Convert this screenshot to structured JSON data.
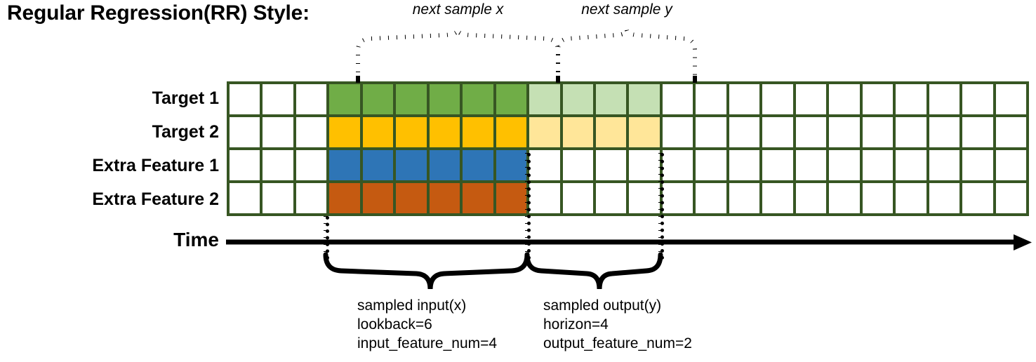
{
  "title": "Regular Regression(RR) Style:",
  "annotations": {
    "next_sample_x": "next sample x",
    "next_sample_y": "next sample y"
  },
  "rows": [
    {
      "label": "Target 1",
      "color_key": "green"
    },
    {
      "label": "Target 2",
      "color_key": "gold"
    },
    {
      "label": "Extra Feature 1",
      "color_key": "blue"
    },
    {
      "label": "Extra Feature 2",
      "color_key": "orange"
    }
  ],
  "grid": {
    "columns": 24,
    "rows": 4,
    "border_color": "#375623",
    "empty_color": "#ffffff",
    "lead_empty_cols": 3,
    "input_cols": 6,
    "output_cols": 4,
    "trail_empty_cols": 11,
    "cell_fills": [
      [
        "#ffffff",
        "#ffffff",
        "#ffffff",
        "#70ad47",
        "#70ad47",
        "#70ad47",
        "#70ad47",
        "#70ad47",
        "#70ad47",
        "#c5e0b4",
        "#c5e0b4",
        "#c5e0b4",
        "#c5e0b4",
        "#ffffff",
        "#ffffff",
        "#ffffff",
        "#ffffff",
        "#ffffff",
        "#ffffff",
        "#ffffff",
        "#ffffff",
        "#ffffff",
        "#ffffff",
        "#ffffff"
      ],
      [
        "#ffffff",
        "#ffffff",
        "#ffffff",
        "#ffc000",
        "#ffc000",
        "#ffc000",
        "#ffc000",
        "#ffc000",
        "#ffc000",
        "#ffe699",
        "#ffe699",
        "#ffe699",
        "#ffe699",
        "#ffffff",
        "#ffffff",
        "#ffffff",
        "#ffffff",
        "#ffffff",
        "#ffffff",
        "#ffffff",
        "#ffffff",
        "#ffffff",
        "#ffffff",
        "#ffffff"
      ],
      [
        "#ffffff",
        "#ffffff",
        "#ffffff",
        "#2e75b6",
        "#2e75b6",
        "#2e75b6",
        "#2e75b6",
        "#2e75b6",
        "#2e75b6",
        "#ffffff",
        "#ffffff",
        "#ffffff",
        "#ffffff",
        "#ffffff",
        "#ffffff",
        "#ffffff",
        "#ffffff",
        "#ffffff",
        "#ffffff",
        "#ffffff",
        "#ffffff",
        "#ffffff",
        "#ffffff",
        "#ffffff"
      ],
      [
        "#ffffff",
        "#ffffff",
        "#ffffff",
        "#c55a11",
        "#c55a11",
        "#c55a11",
        "#c55a11",
        "#c55a11",
        "#c55a11",
        "#ffffff",
        "#ffffff",
        "#ffffff",
        "#ffffff",
        "#ffffff",
        "#ffffff",
        "#ffffff",
        "#ffffff",
        "#ffffff",
        "#ffffff",
        "#ffffff",
        "#ffffff",
        "#ffffff",
        "#ffffff",
        "#ffffff"
      ]
    ]
  },
  "time_axis": {
    "label": "Time"
  },
  "captions": {
    "input": {
      "line1": "sampled input(x)",
      "line2": "lookback=6",
      "line3": "input_feature_num=4"
    },
    "output": {
      "line1": "sampled output(y)",
      "line2": "horizon=4",
      "line3": "output_feature_num=2"
    }
  },
  "colors": {
    "green": "#70ad47",
    "green_light": "#c5e0b4",
    "gold": "#ffc000",
    "gold_light": "#ffe699",
    "blue": "#2e75b6",
    "orange": "#c55a11",
    "grid_border": "#375623",
    "ink": "#000000"
  }
}
